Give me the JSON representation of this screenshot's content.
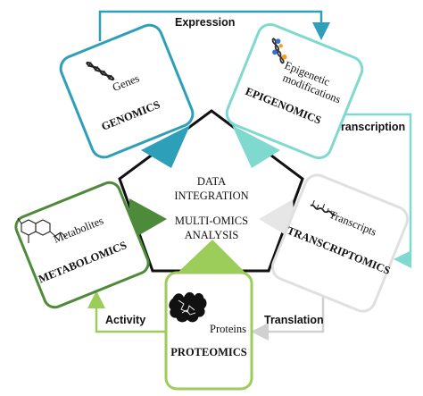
{
  "center": {
    "line1": "DATA",
    "line2": "INTEGRATION",
    "line3": "MULTI-OMICS",
    "line4": "ANALYSIS"
  },
  "nodes": {
    "genomics": {
      "item": "Genes",
      "title": "GENOMICS",
      "color": "#2e9fb8"
    },
    "epigenomics": {
      "item_line1": "Epigenetic",
      "item_line2": "modifications",
      "title": "EPIGENOMICS",
      "color": "#7fd9cf"
    },
    "transcriptomics": {
      "item": "Transcripts",
      "title": "TRANSCRIPTOMICS",
      "color": "#d9d9d9"
    },
    "proteomics": {
      "item": "Proteins",
      "title": "PROTEOMICS",
      "color": "#9ccc5a"
    },
    "metabolomics": {
      "item": "Metabolites",
      "title": "METABOLOMICS",
      "color": "#4d8a3a"
    }
  },
  "flows": {
    "expression": "Expression",
    "transcription": "Transcription",
    "translation": "Translation",
    "activity": "Activity"
  },
  "icons": [
    "dna-icon",
    "methylated-dna-icon",
    "rna-strand-icon",
    "protein-structure-icon",
    "molecule-icon"
  ]
}
